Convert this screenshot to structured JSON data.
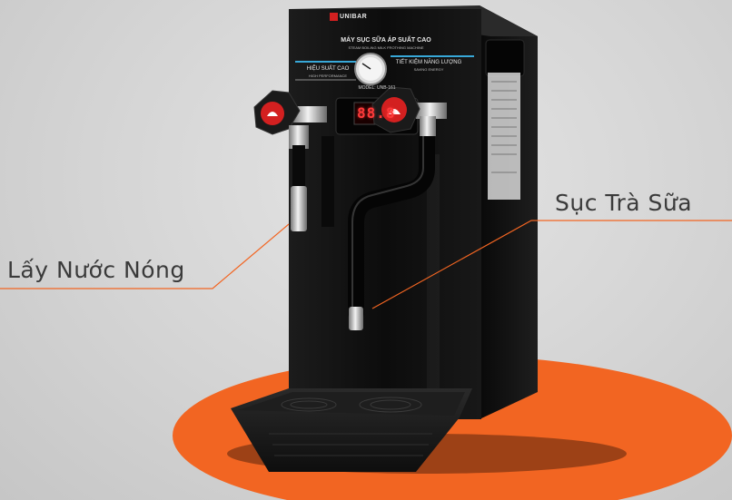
{
  "callouts": {
    "hot_water": "Lấy Nước Nóng",
    "milk_frother": "Sục Trà Sữa"
  },
  "machine": {
    "brand": "UNIBAR",
    "title": "MÁY SỤC SỮA ÁP SUẤT CAO",
    "subtitle": "STEAM BOILING MILK FROTHING MACHINE",
    "left_badge": "HIỆU SUẤT CAO",
    "left_badge_sub": "HIGH PERFORMANCE",
    "right_badge": "TIẾT KIỆM NĂNG LƯỢNG",
    "right_badge_sub": "SAVING ENERGY",
    "model": "MODEL: UNB-161",
    "display_reading": "88.8"
  },
  "colors": {
    "accent": "#f26522",
    "machine_body": "#111111",
    "knob_red": "#d32020",
    "callout_line": "#f26522"
  }
}
